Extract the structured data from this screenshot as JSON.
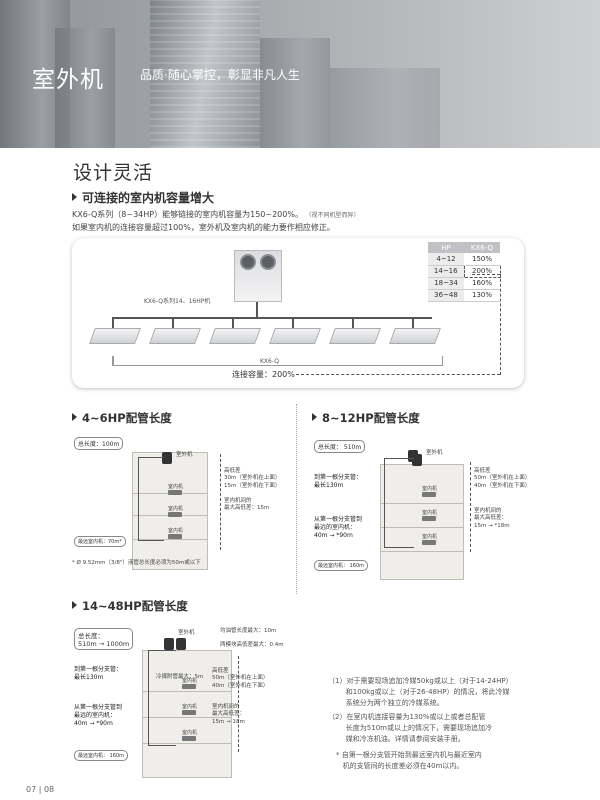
{
  "header": {
    "title": "室外机",
    "slogan": "品质·随心掌控，彰显非凡人生"
  },
  "section": {
    "title": "设计灵活",
    "subtitle": "可连接的室内机容量增大",
    "desc_line1": "KX6-Q系列（8~34HP）能够链接的室内机容量为150~200%。",
    "desc_note": "（视不同机型而异）",
    "desc_line2": "如果室内机的连接容量超过100%，室外机及室内机的能力要作相应修正。"
  },
  "capacity_diagram": {
    "unit_label": "KX6-Q系列14、16HP机",
    "system_label": "KX6-Q",
    "capacity_text": "连接容量：200%",
    "table": {
      "headers": [
        "HP",
        "KX6-Q"
      ],
      "rows": [
        [
          "4~12",
          "150%"
        ],
        [
          "14~16",
          "200%"
        ],
        [
          "18~34",
          "160%"
        ],
        [
          "36~48",
          "130%"
        ]
      ]
    }
  },
  "d1": {
    "title": "4~6HP配管长度",
    "total": "总长度：100m",
    "outdoor": "室外机",
    "height": "高低差\n30m（室外机在上面）\n15m（室外机在下面）",
    "indoor": "室内机",
    "indoor_diff": "室内机间的\n最大高低差：15m",
    "farthest": "最远室内机：70m*",
    "note": "* Ø 9.52mm（3/8\"）液管总长度必须为50m或以下"
  },
  "d2": {
    "title": "8~12HP配管长度",
    "total": "总长度： 510m",
    "outdoor": "室外机",
    "first_branch": "到第一根分支管：\n最长130m",
    "height": "高低差\n50m（室外机在上面）\n40m（室外机在下面）",
    "indoor": "室内机",
    "indoor_diff": "室内机间的\n最大高低差：\n15m → *18m",
    "branch_far": "从第一根分支管到\n最远的室内机：\n40m → *90m",
    "farthest": "最远室内机： 160m"
  },
  "d3": {
    "title": "14~48HP配管长度",
    "total": "总长度：\n510m → 1000m",
    "outdoor": "室外机",
    "oil_height": "均油管长度最大：10m",
    "ou_diff": "两模块高低差最大：0.4m",
    "first_branch": "到第一根分支管：\n最长130m",
    "refrig_height": "冷媒附管最大：5m",
    "height": "高低差\n50m（室外机在上面）\n40m（室外机在下面）",
    "indoor": "室内机",
    "indoor_diff": "室内机间的\n最大高低差：\n15m → 18m",
    "branch_far": "从第一根分支管到\n最远的室内机：\n40m → *90m",
    "farthest": "最远室内机： 160m"
  },
  "notes": {
    "n1": "（1）对于需要现场追加冷媒50kg或以上（对于14-24HP）\n        和100kg或以上（对于26-48HP）的情况，将此冷媒\n        系统分为两个独立的冷媒系统。",
    "n2": "（2）在室内机连接容量为130%或以上或者总配管\n        长度为510m或以上的情况下，需要现场追加冷\n        媒和冷冻机油。详情请参阅安装手册。",
    "n3": "* 自第一根分支管开始到最远室内机与最近室内\n   机的支管间的长度差必须在40m以内。"
  },
  "footer": {
    "pages": "07 | 08"
  }
}
